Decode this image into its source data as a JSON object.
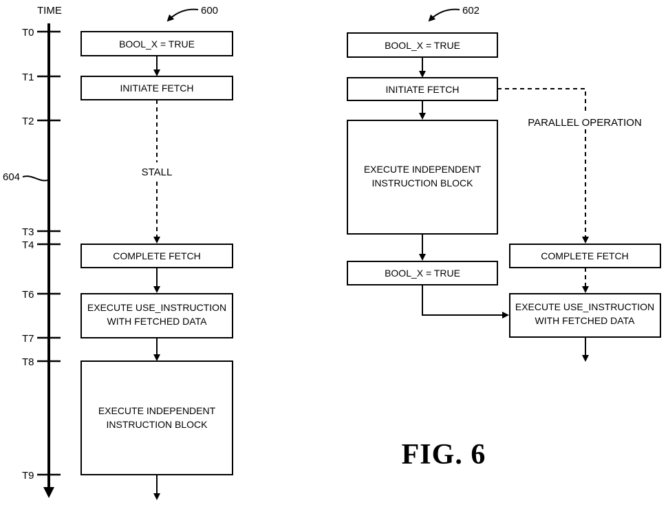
{
  "time_axis": {
    "label": "TIME",
    "ticks": [
      "T0",
      "T1",
      "T2",
      "T3",
      "T4",
      "T6",
      "T7",
      "T8",
      "T9"
    ],
    "ref": "604"
  },
  "diagram_left": {
    "ref": "600",
    "boxes": [
      "BOOL_X = TRUE",
      "INITIATE FETCH",
      "COMPLETE FETCH",
      [
        "EXECUTE USE_INSTRUCTION",
        "WITH FETCHED DATA"
      ],
      [
        "EXECUTE INDEPENDENT",
        "INSTRUCTION BLOCK"
      ]
    ],
    "stall_label": "STALL"
  },
  "diagram_right": {
    "ref": "602",
    "boxes": [
      "BOOL_X = TRUE",
      "INITIATE FETCH",
      [
        "EXECUTE INDEPENDENT",
        "INSTRUCTION BLOCK"
      ],
      "BOOL_X = TRUE",
      "COMPLETE FETCH",
      [
        "EXECUTE USE_INSTRUCTION",
        "WITH FETCHED DATA"
      ]
    ],
    "parallel_label": "PARALLEL OPERATION"
  },
  "figure_label": "FIG. 6"
}
